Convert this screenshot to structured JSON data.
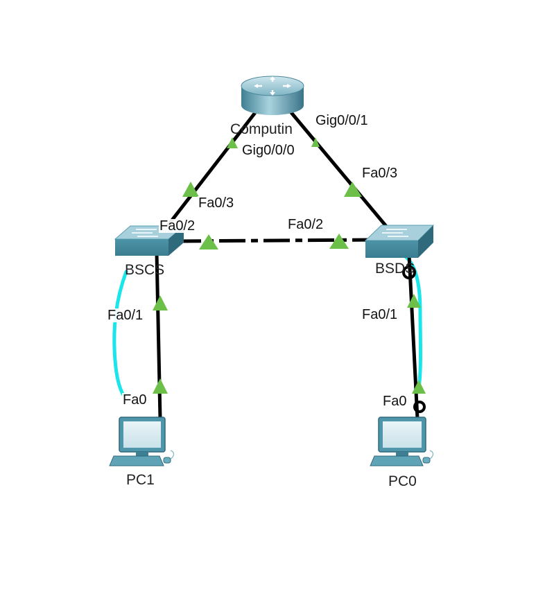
{
  "colors": {
    "link": "#000000",
    "link_up": "#6cc04a",
    "selection": "#19e5ea",
    "device_teal": "#5b9fb1"
  },
  "devices": {
    "router": {
      "label": "Computin",
      "icon": "router-icon"
    },
    "switch_left": {
      "label": "BSCS",
      "icon": "switch-icon"
    },
    "switch_right": {
      "label": "BSDS",
      "icon": "switch-icon"
    },
    "pc_left": {
      "label": "PC1",
      "icon": "pc-icon"
    },
    "pc_right": {
      "label": "PC0",
      "icon": "pc-icon"
    }
  },
  "ports": {
    "router_gig0": "Gig0/0/0",
    "router_gig1": "Gig0/0/1",
    "bscs_uplink": "Fa0/3",
    "bscs_trunk": "Fa0/2",
    "bsds_uplink": "Fa0/3",
    "bsds_trunk": "Fa0/2",
    "bscs_access": "Fa0/1",
    "bsds_access": "Fa0/1",
    "pc1_nic": "Fa0",
    "pc0_nic": "Fa0"
  }
}
